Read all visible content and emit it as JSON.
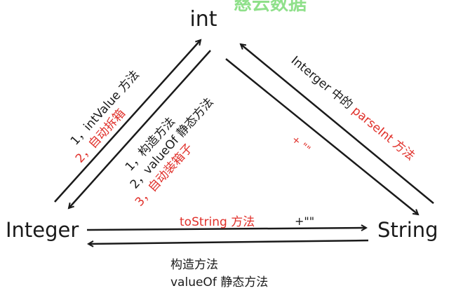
{
  "watermark": {
    "text": "慈云数据",
    "color": "#8fe08a"
  },
  "nodes": {
    "int": "int",
    "integer": "Integer",
    "string": "String"
  },
  "colors": {
    "ink": "#1a1a1a",
    "accent": "#e0302a"
  },
  "edges": {
    "integer_to_int": {
      "line1": "1，intValue 方法",
      "line2": "2，自动拆箱"
    },
    "int_to_integer": {
      "line1": "1，构造方法",
      "line2": "2，valueOf 静态方法",
      "line3": "3，自动装箱子"
    },
    "string_to_int": {
      "prefix": "Interger 中的 ",
      "method": "parseInt",
      "suffix": " 方法"
    },
    "int_to_string": {
      "label": "+ \"\""
    },
    "integer_to_string": {
      "method": "toString 方法",
      "concat": "+\"\""
    },
    "string_to_integer": {
      "line1": "构造方法",
      "line2": "valueOf 静态方法"
    }
  }
}
